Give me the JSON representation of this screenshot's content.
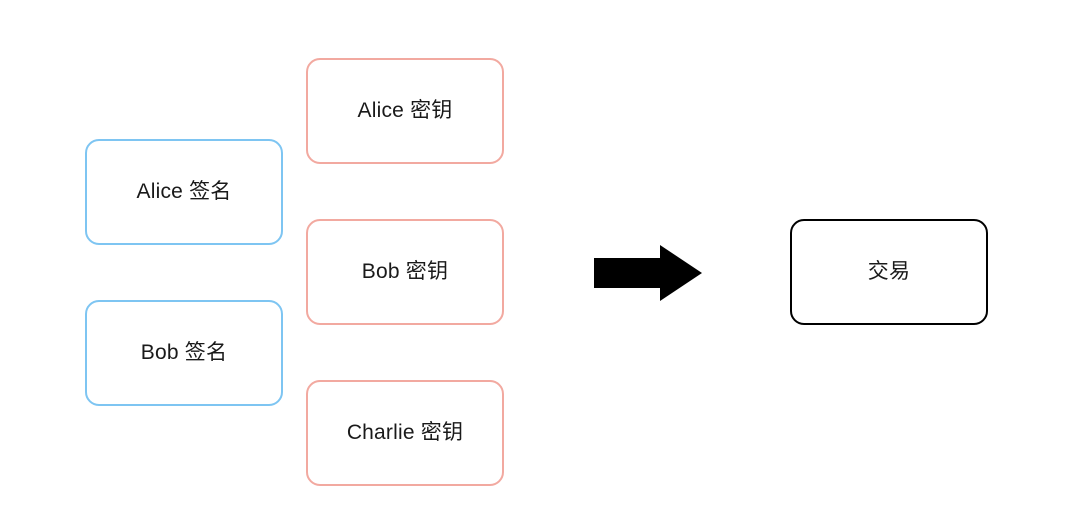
{
  "diagram": {
    "background_color": "#ffffff",
    "signature_group": {
      "border_color": "#7ec5f2",
      "nodes": [
        {
          "id": "sig-alice",
          "label": "Alice 签名"
        },
        {
          "id": "sig-bob",
          "label": "Bob 签名"
        }
      ]
    },
    "key_group": {
      "border_color": "#f2a9a0",
      "nodes": [
        {
          "id": "key-alice",
          "label": "Alice 密钥"
        },
        {
          "id": "key-bob",
          "label": "Bob 密钥"
        },
        {
          "id": "key-charlie",
          "label": "Charlie 密钥"
        }
      ]
    },
    "result_group": {
      "border_color": "#000000",
      "nodes": [
        {
          "id": "tx-node",
          "label": "交易"
        }
      ]
    },
    "connector": {
      "icon": "right-arrow-icon",
      "color": "#000000"
    },
    "text_color": "#1a1a1a"
  }
}
